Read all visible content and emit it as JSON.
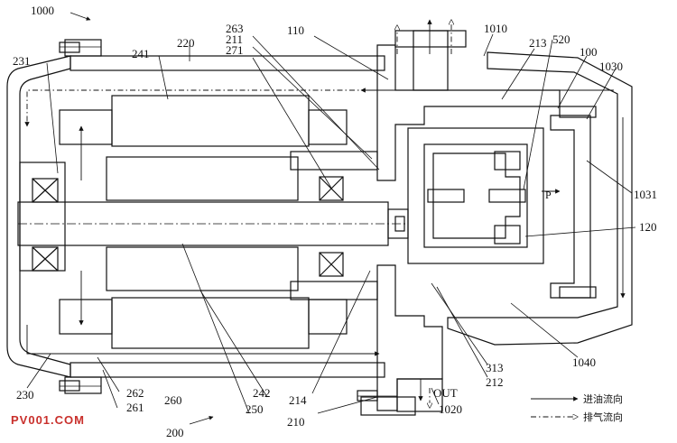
{
  "labels": {
    "l1000": "1000",
    "l200": "200",
    "l231": "231",
    "l241": "241",
    "l220": "220",
    "l263": "263",
    "l211": "211",
    "l271": "271",
    "l110": "110",
    "l1010": "1010",
    "l213": "213",
    "l520": "520",
    "l100": "100",
    "l1030": "1030",
    "l1031": "1031",
    "l120": "120",
    "l1040": "1040",
    "l313": "313",
    "l212": "212",
    "l1020": "1020",
    "l210": "210",
    "l214": "214",
    "l250": "250",
    "l242": "242",
    "l262": "262",
    "l261": "261",
    "l260": "260",
    "l230": "230",
    "lP": "P",
    "lOUT": "OUT"
  },
  "legend": {
    "oil": "进油流向",
    "gas": "排气流向"
  },
  "watermark": "PV001.COM"
}
